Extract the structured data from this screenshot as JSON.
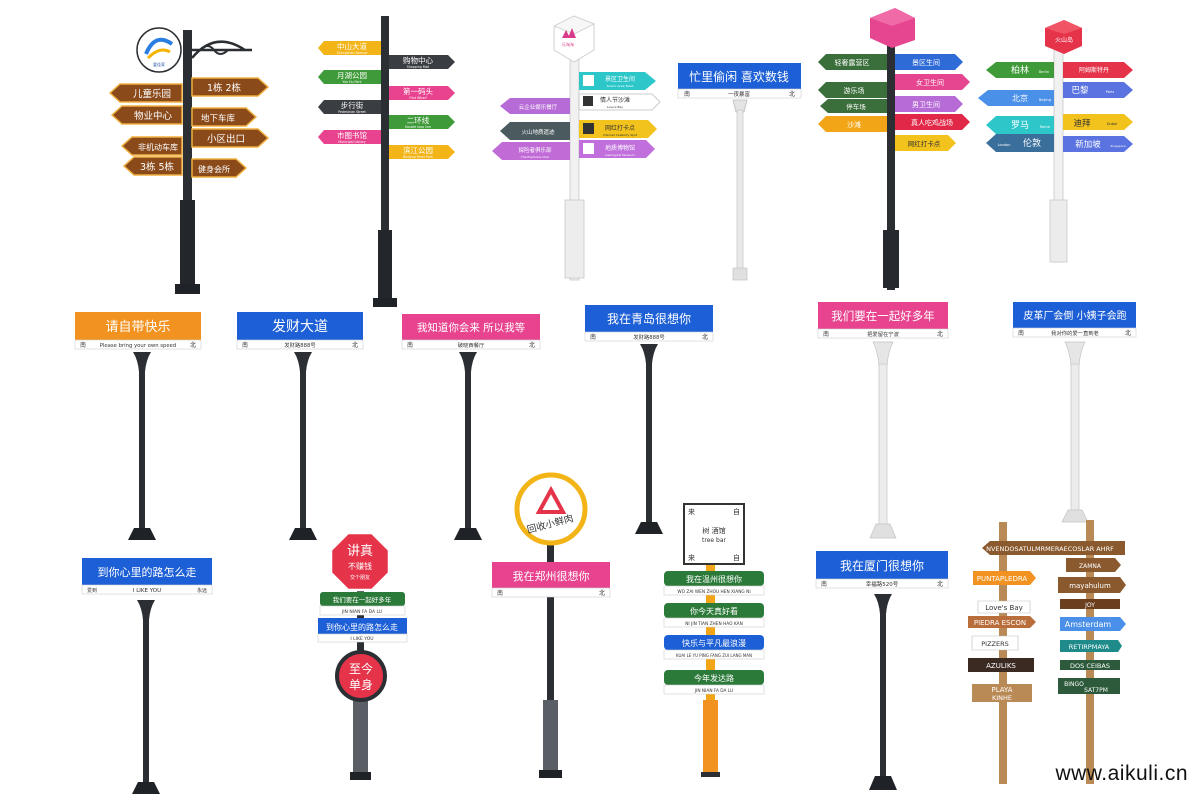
{
  "watermark": "www.aikuli.cn",
  "signs": {
    "s1": {
      "logo": "爱佳家",
      "arrows": [
        "儿童乐园",
        "1栋 2栋",
        "物业中心",
        "地下车库",
        "非机动车库",
        "小区出口",
        "3栋 5栋",
        "健身会所"
      ]
    },
    "s2": {
      "arrows": [
        {
          "cn": "中山大道",
          "en": "Zhongshan Avenue"
        },
        {
          "cn": "购物中心",
          "en": "Shopping Mall"
        },
        {
          "cn": "月湖公园",
          "en": "Yue Hu Park"
        },
        {
          "cn": "第一码头",
          "en": "First Wharf"
        },
        {
          "cn": "步行街",
          "en": "Pedestrian Street"
        },
        {
          "cn": "二环线",
          "en": "Double loop line"
        },
        {
          "cn": "市图书馆",
          "en": "Municipal Library"
        },
        {
          "cn": "滨江公园",
          "en": "Binjiang River Park"
        }
      ]
    },
    "s3": {
      "cube": "乐淘淘",
      "arrows": [
        {
          "cn": "景区卫生间",
          "en": "Scenic Area Toilet"
        },
        {
          "cn": "情人节沙滩",
          "en": "Love's Bay"
        },
        {
          "cn": "云企业娱乐餐厅",
          "en": ""
        },
        {
          "cn": "火山地质遗迹",
          "en": ""
        },
        {
          "cn": "网红打卡点",
          "en": "Internet Celebrity Spot"
        },
        {
          "cn": "探险者俱乐部",
          "en": "The Explorers Club"
        },
        {
          "cn": "地质博物馆",
          "en": "Geological Museum"
        }
      ]
    },
    "s4": {
      "title": "忙里偷闲 喜欢数钱",
      "left": "南",
      "center": "一夜暴富",
      "right": "北"
    },
    "s5": {
      "arrows": [
        "轻奢露营区",
        "景区生间",
        "游乐场",
        "女卫生间",
        "停车场",
        "男卫生间",
        "沙滩",
        "真人吃鸡战场",
        "网红打卡点"
      ]
    },
    "s6": {
      "cube": "火山岛",
      "arrows": [
        {
          "cn": "柏林",
          "en": "Berlin"
        },
        {
          "cn": "阿姆斯特丹",
          "en": ""
        },
        {
          "cn": "北京",
          "en": "Beijing"
        },
        {
          "cn": "巴黎",
          "en": "Paris"
        },
        {
          "cn": "罗马",
          "en": "Rome"
        },
        {
          "cn": "迪拜",
          "en": "Dubai"
        },
        {
          "cn": "伦敦",
          "en": "London"
        },
        {
          "cn": "新加坡",
          "en": "Singapore"
        }
      ]
    },
    "s7": {
      "title": "请自带快乐",
      "left": "南",
      "center": "Please bring your own speed",
      "right": "北"
    },
    "s8": {
      "title": "发财大道",
      "left": "南",
      "center": "发财路888号",
      "right": "北"
    },
    "s9": {
      "title": "我知道你会来 所以我等",
      "left": "南",
      "center": "破晓西餐厅",
      "right": "北"
    },
    "s10": {
      "title": "我在青岛很想你",
      "left": "南",
      "center": "发财路888号",
      "right": "北"
    },
    "s11": {
      "title": "我们要在一起好多年",
      "left": "南",
      "center": "把爱留在宁波",
      "right": "北"
    },
    "s12": {
      "title": "皮革厂会倒 小姨子会跑",
      "left": "南",
      "center": "我对你的爱一直到老",
      "right": "北"
    },
    "s13": {
      "title": "到你心里的路怎么走",
      "left": "爱到",
      "center": "I LIKE YOU",
      "right": "永远"
    },
    "s14": {
      "stop_line1": "讲真",
      "stop_line2": "不赚钱",
      "stop_line3": "交个朋友",
      "plate1": "我们要在一起好多年",
      "plate1_sub": "JIN NIAN FA DA LU",
      "plate2": "到你心里的路怎么走",
      "plate2_sub": "I LIKE YOU",
      "circle_line1": "至今",
      "circle_line2": "单身"
    },
    "s15": {
      "circle_text": "回收小鲜肉",
      "title": "我在郑州很想你",
      "left": "南",
      "right": "北"
    },
    "s16": {
      "box_tl": "来",
      "box_tr": "自",
      "box_bl": "来",
      "box_br": "自",
      "box_cn": "树 酒馆",
      "box_en": "tree bar",
      "plates": [
        {
          "cn": "我在温州很想你",
          "en": "WO ZAI WEN ZHOU HEN XIANG NI"
        },
        {
          "cn": "你今天真好看",
          "en": "NI JIN TIAN ZHEN HAO KAN"
        },
        {
          "cn": "快乐与平凡最浪漫",
          "en": "KUAI LE YU PING FANG ZUI LANG MAN"
        },
        {
          "cn": "今年发达路",
          "en": "JIN NIAN FA DA LU"
        }
      ]
    },
    "s17": {
      "title": "我在厦门很想你",
      "left": "南",
      "center": "幸福路520号",
      "right": "北"
    },
    "s18": {
      "arrows": [
        "NVENDOSATULMRMERAECOSLAR AHRF",
        "PUNTAPLEDRA",
        "ZAMNA",
        "Love's Bay",
        "mayahulum",
        "PIEDRA ESCON",
        "JOY",
        "Amsterdam",
        "PIZZERS",
        "RETIRPMAYA",
        "AZULIKS",
        "DOS CEIBAS",
        "PLAYA",
        "KINHE",
        "BINGO",
        "SAT7PM"
      ]
    }
  }
}
